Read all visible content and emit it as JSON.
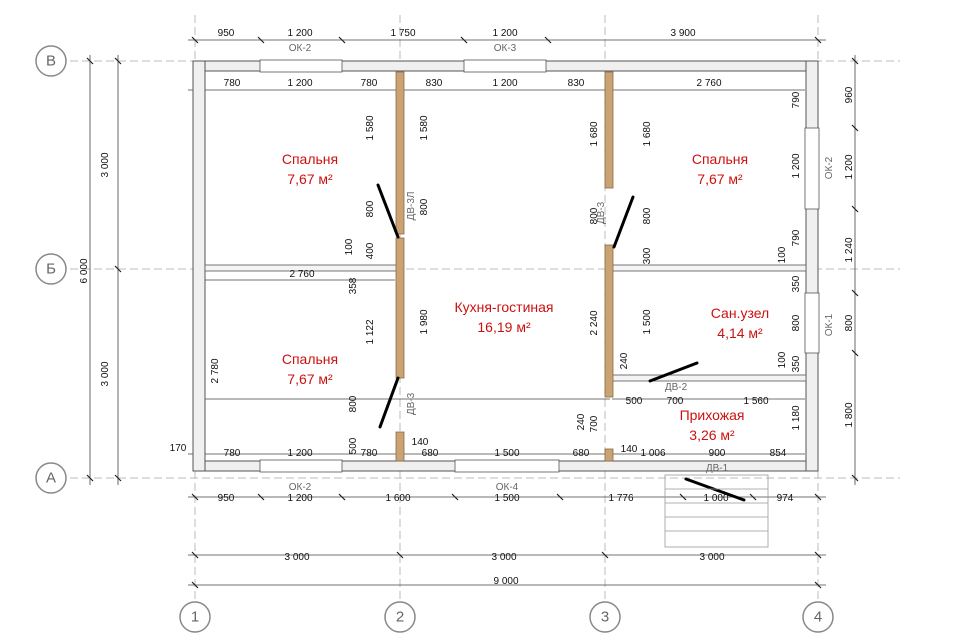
{
  "colors": {
    "room_label": "#cc1111",
    "wall_fill": "#f0f0f0",
    "wall_stroke": "#555555",
    "partition": "#c9a374",
    "door_leaf": "#000000",
    "grid": "#bbbbbb"
  },
  "rooms": [
    {
      "name": "Спальня",
      "area": "7,67 м²"
    },
    {
      "name": "Спальня",
      "area": "7,67 м²"
    },
    {
      "name": "Спальня",
      "area": "7,67 м²"
    },
    {
      "name": "Кухня-гостиная",
      "area": "16,19 м²"
    },
    {
      "name": "Сан.узел",
      "area": "4,14 м²"
    },
    {
      "name": "Прихожая",
      "area": "3,26 м²"
    }
  ],
  "axes": {
    "rows": [
      "В",
      "Б",
      "А"
    ],
    "cols": [
      "1",
      "2",
      "3",
      "4"
    ]
  },
  "openings": {
    "ok2_top": "ОК-2",
    "ok3_top": "ОК-3",
    "ok2_bottom": "ОК-2",
    "ok4_bottom": "ОК-4",
    "ok2_right": "ОК-2",
    "ok1_right": "ОК-1",
    "dv3l": "ДВ-3Л",
    "dv3_mid": "ДВ-3",
    "dv3_low": "ДВ-3",
    "dv2": "ДВ-2",
    "dv1": "ДВ-1"
  },
  "dims": {
    "top": [
      "950",
      "1 200",
      "1 750",
      "1 200",
      "3 900"
    ],
    "row1": [
      "780",
      "1 200",
      "780",
      "830",
      "1 200",
      "830",
      "2 760"
    ],
    "v1580a": "1 580",
    "v1580b": "1 580",
    "v1680a": "1 680",
    "v1680b": "1 680",
    "v800a": "800",
    "v800b": "800",
    "v800c": "800",
    "v800d": "800",
    "v100a": "100",
    "v400": "400",
    "v2760": "2 760",
    "v358": "358",
    "v1122": "1 122",
    "v1980": "1 980",
    "v2780": "2 780",
    "v800e": "800",
    "v500": "500",
    "v140a": "140",
    "v2240": "2 240",
    "v240": "240",
    "v1500": "1 500",
    "v300": "300",
    "v790a": "790",
    "v1200r": "1 200",
    "v790b": "790",
    "v100b": "100",
    "v350a": "350",
    "v800f": "800",
    "v100c": "100",
    "v350b": "350",
    "v1180": "1 180",
    "h500": "500",
    "h700": "700",
    "h1560": "1 560",
    "v240b": "240",
    "v700": "700",
    "v170": "170",
    "row_a": [
      "780",
      "1 200",
      "780",
      "680",
      "1 500",
      "680",
      "140",
      "1 006",
      "900",
      "854"
    ],
    "bottom": [
      "950",
      "1 200",
      "1 600",
      "1 500",
      "1 776",
      "1 000",
      "974"
    ],
    "axes_bottom": [
      "3 000",
      "3 000",
      "3 000"
    ],
    "total": "9 000",
    "left_total": "6 000",
    "left_a": "3 000",
    "left_b": "3 000",
    "right": [
      "960",
      "1 200",
      "1 240",
      "800",
      "1 800"
    ]
  }
}
